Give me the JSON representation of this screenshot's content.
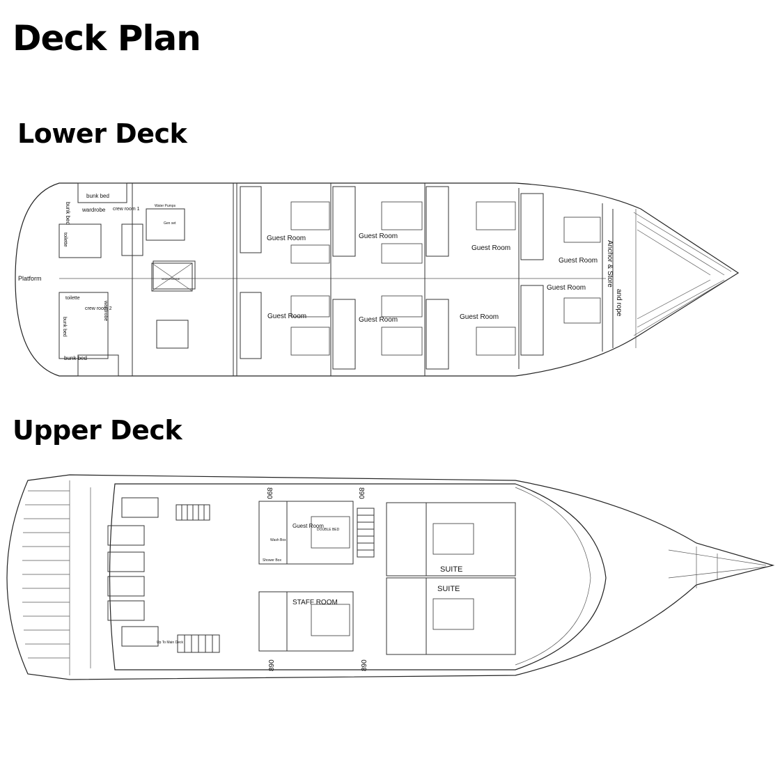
{
  "page": {
    "title": "Deck Plan"
  },
  "lower_deck": {
    "title": "Lower Deck",
    "labels": {
      "bunk_bed_top": "bunk bed",
      "bunk_bed_side_top": "bunk bed",
      "wardrobe_top": "wardrobe",
      "crew_room_1": "crew room 1",
      "toilette_top": "toilette",
      "platform": "Platform",
      "toilette_bottom": "toilette",
      "crew_room_2": "crew room 2",
      "wardrobe_bottom": "wardrobe",
      "bunk_bed_side_bottom": "bunk bed",
      "bunk_bed_bottom": "bunk bed",
      "guest_room_1": "Guest Room",
      "guest_room_2": "Guest Room",
      "guest_room_3": "Guest Room",
      "guest_room_4": "Guest Room",
      "guest_room_5": "Guest Room",
      "guest_room_6": "Guest Room",
      "guest_room_7": "Guest Room",
      "guest_room_8": "Guest Room",
      "anchor_store": "Anchor & Store",
      "and_rope": "and rope",
      "main_engine": "MAIN ENGINE",
      "water_pumps": "Water Pumps",
      "gen_set": "Gen set"
    }
  },
  "upper_deck": {
    "title": "Upper Deck",
    "labels": {
      "guest_room": "Guest Room",
      "staff_room": "STAFF ROOM",
      "suite_top": "SUITE",
      "suite_bottom": "SUITE",
      "frame_890_top_left": "890",
      "frame_890_top_right": "890",
      "frame_890_bottom_left": "890",
      "frame_890_bottom_right": "890",
      "up_to_main_deck": "Up To Main Deck",
      "wash_box": "Wash Box",
      "shower_box": "Shower Box",
      "double_bed": "DOUBLE BED"
    }
  }
}
